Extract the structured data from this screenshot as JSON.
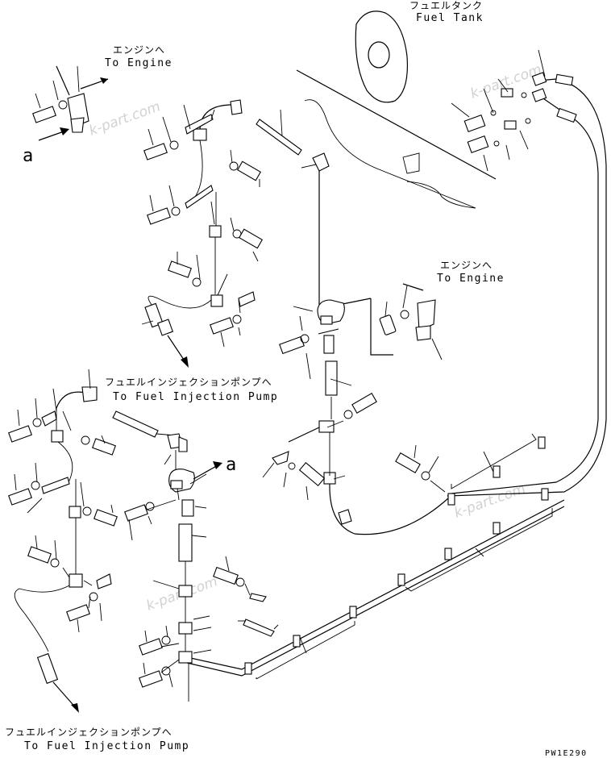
{
  "labels": {
    "fuel_tank_jp": "フュエルタンク",
    "fuel_tank_en": "Fuel Tank",
    "to_engine_jp": "エンジンへ",
    "to_engine_en": "To Engine",
    "to_pump_jp": "フュエルインジェクションポンプへ",
    "to_pump_en": "To Fuel Injection Pump",
    "view_a": "a",
    "watermark": "k-part.com",
    "drawing_no": "PW1E290"
  }
}
